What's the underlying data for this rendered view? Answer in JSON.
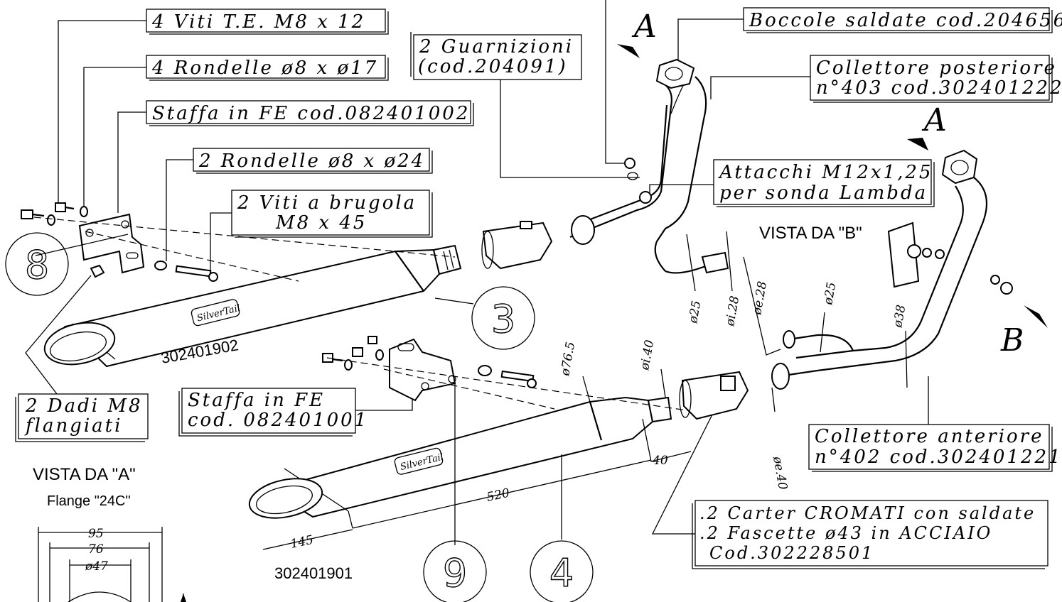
{
  "labels": {
    "viti_te": "4 Viti T.E. M8 x 12",
    "rondelle_17": "4 Rondelle ø8 x ø17",
    "staffa_2": "Staffa in FE cod.082401002",
    "rondelle_24": "2 Rondelle ø8 x ø24",
    "viti_brugola_1": "2 Viti a brugola",
    "viti_brugola_2": "M8 x 45",
    "guarnizioni_1": "2 Guarnizioni",
    "guarnizioni_2": "(cod.204091)",
    "boccole": "Boccole saldate cod.204656",
    "coll_post_1": "Collettore posteriore",
    "coll_post_2": "n°403 cod.302401222",
    "attacchi_1": "Attacchi M12x1,25",
    "attacchi_2": "per sonda Lambda",
    "dadi_1": "2 Dadi M8",
    "dadi_2": "flangiati",
    "staffa_1a": "Staffa in FE",
    "staffa_1b": "cod. 082401001",
    "coll_ant_1": "Collettore anteriore",
    "coll_ant_2": "n°402 cod.302401221",
    "carter_1": ".2 Carter CROMATI con saldate",
    "carter_2": ".2 Fascette ø43 in ACCIAIO",
    "carter_3": "Cod.302228501"
  },
  "views": {
    "vista_a": "VISTA DA \"A\"",
    "flange": "Flange \"24C\"",
    "vista_b": "VISTA DA \"B\""
  },
  "markers": {
    "a": "A",
    "b": "B"
  },
  "part_codes": {
    "upper_silencer": "302401902",
    "lower_silencer": "302401901"
  },
  "callouts": {
    "c8": "8",
    "c3": "3",
    "c9": "9",
    "c4": "4"
  },
  "dimensions": {
    "d25_a": "ø25",
    "di28": "øi.28",
    "de28": "øe.28",
    "d25_b": "ø25",
    "d38": "ø38",
    "d76_5": "ø76.5",
    "di40": "øi.40",
    "de40": "øe.40",
    "l40": "40",
    "l520": "520",
    "l145": "145",
    "f95": "95",
    "f76": "76",
    "f47": "ø47"
  },
  "logo_text": "SilverTail"
}
